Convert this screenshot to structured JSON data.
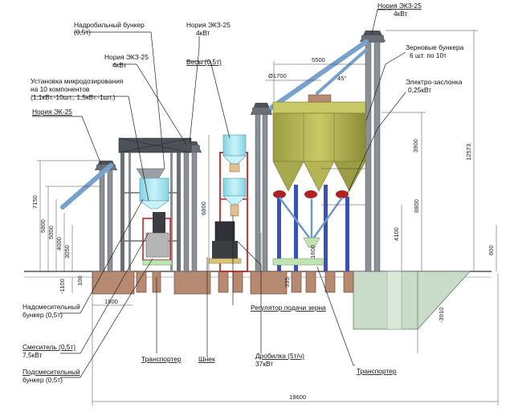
{
  "labels": {
    "noria_top_left": "Нория ЭКЗ-25",
    "noria_top_left_power": "4кВт",
    "nadrob_bunker": "Надробильный бункер",
    "nadrob_bunker_cap": "(0,5т)",
    "noria_mid": "Нория ЭКЗ-25",
    "noria_mid_power": "4кВт",
    "vesy": "Весы (0,5т)",
    "noria_right": "Нория ЭКЗ-25",
    "noria_right_power": "4кВт",
    "zernovye_bunkera": "Зерновые бункера",
    "zernovye_bunkera_qty": "6 шт. по 10т",
    "elektro_zaslonka": "Электро-заслонка",
    "elektro_zaslonka_power": "0,25кВт",
    "microdoz_1": "Установка микродозирования",
    "microdoz_2": "на 10 компонентов",
    "microdoz_3": "(1,1кВт.-10шт., 1,5кВт.-1шт.)",
    "noria_left": "Нория ЭК-25",
    "nadsmes_1": "Надсмесительный",
    "nadsmes_2": "бункер (0,5т)",
    "smesitel_1": "Смеситель (0,5т)",
    "smesitel_2": "7,5кВт",
    "podsmes_1": "Подсмесительный",
    "podsmes_2": "бункер (0,5т)",
    "transporter_left": "Транспортер",
    "shnek": "Шнек",
    "regulator": "Регулятор подачи зерна",
    "drobilka_1": "Дробилка (5т/ч)",
    "drobilka_2": "37кВт",
    "transporter_right": "Транспортер"
  },
  "dimensions": {
    "d5500": "5500",
    "d1700": "Ø1700",
    "angle": "45°",
    "d3900": "3900",
    "d12573": "12573",
    "d8800": "8800",
    "d4100": "4100",
    "d7150": "7150",
    "d5800": "5800",
    "d5000": "5000",
    "d4000": "4000",
    "d3050": "3050",
    "d6800": "6800",
    "d1600": "1600",
    "d600": "600",
    "d100": "100",
    "d1100": "-1100",
    "d335": "335",
    "d1900": "1900",
    "d3910": "-3910",
    "d19600": "19600"
  },
  "colors": {
    "silo": "#b5b556",
    "silo_dark": "#8d8d3a",
    "frame_red": "#cc2222",
    "leg_blue": "#3a52b8",
    "pipe_blue": "#6f9bc7",
    "steel_dark": "#4d5258",
    "steel_mid": "#8b9096",
    "foundation": "#b68a70",
    "tank_cyan": "#a8e6f0",
    "platform_green": "#bfe4b2",
    "ground_pit": "#c9dcc9"
  }
}
